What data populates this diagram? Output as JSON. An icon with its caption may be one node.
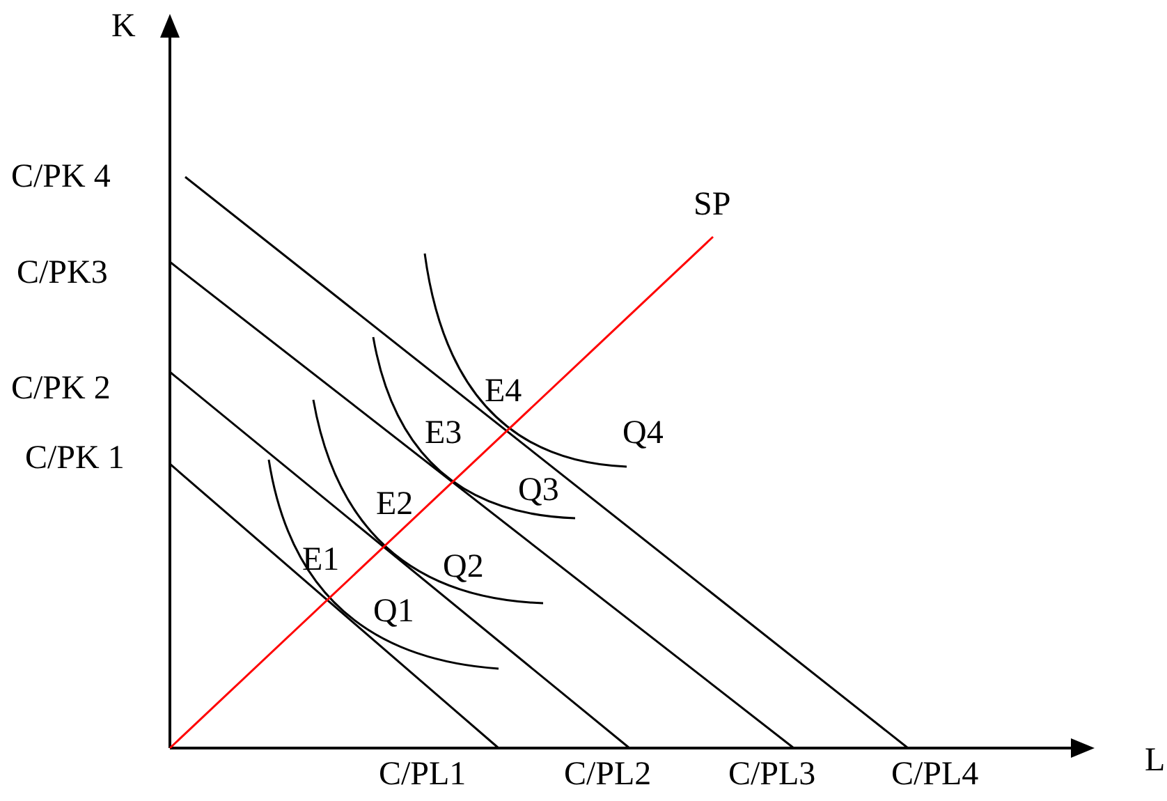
{
  "diagram": {
    "labels": [
      "K",
      "C/PK 4",
      "SP",
      "C/PK3",
      "E4",
      "C/PK 2",
      "Q4",
      "E3",
      "C/PK 1",
      "Q3",
      "E2",
      "E1",
      "Q2",
      "Q1",
      "C/PL1",
      "C/PL2",
      "C/PL3",
      "C/PL4",
      "L"
    ]
  }
}
